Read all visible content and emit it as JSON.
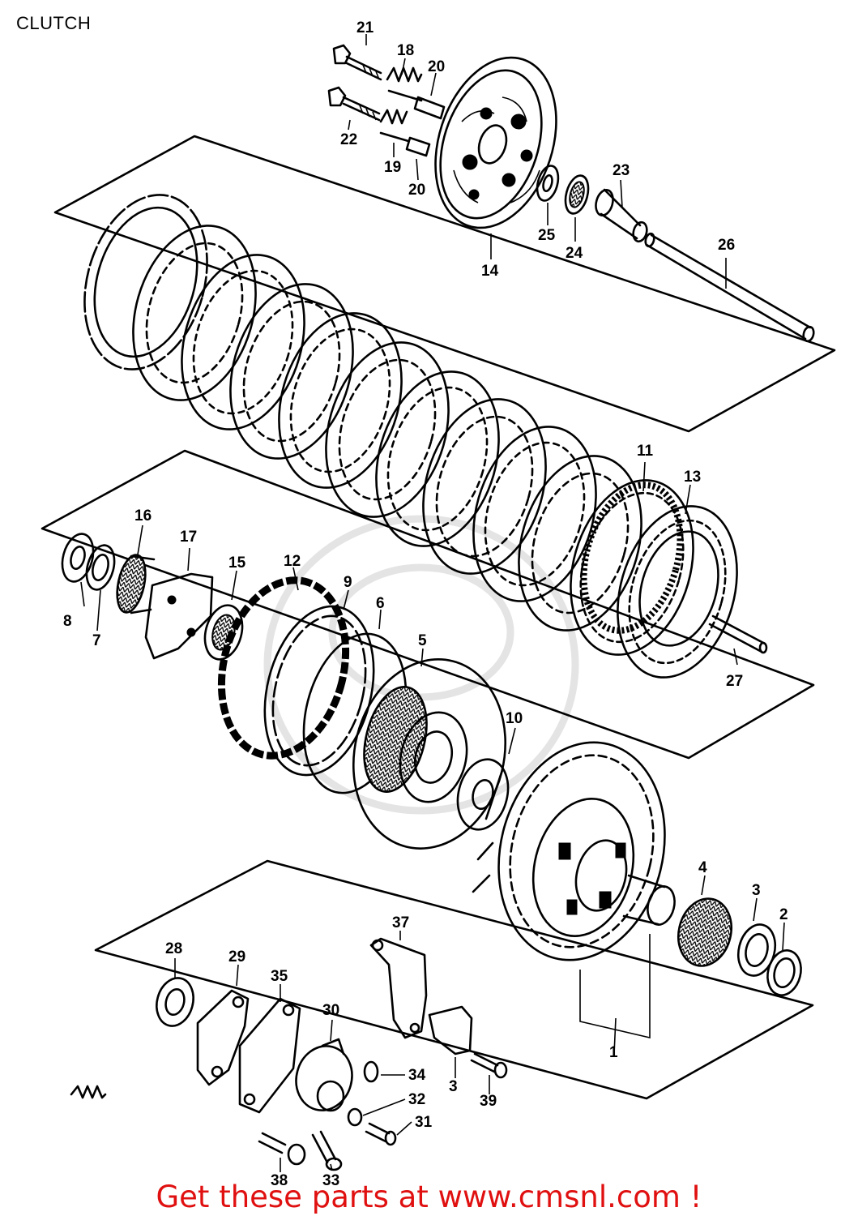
{
  "title": "CLUTCH",
  "footer": "Get these parts at www.cmsnl.com !",
  "callouts": {
    "p1": "1",
    "p2": "2",
    "p3": "3",
    "p4": "4",
    "p5": "5",
    "p6": "6",
    "p7": "7",
    "p8": "8",
    "p9": "9",
    "p10": "10",
    "p11": "11",
    "p12": "12",
    "p13": "13",
    "p14": "14",
    "p15": "15",
    "p16": "16",
    "p17": "17",
    "p18": "18",
    "p19": "19",
    "p20a": "20",
    "p20b": "20",
    "p21": "21",
    "p22": "22",
    "p23": "23",
    "p24": "24",
    "p25": "25",
    "p26": "26",
    "p27": "27",
    "p28": "28",
    "p29": "29",
    "p30": "30",
    "p31": "31",
    "p32": "32",
    "p33": "33",
    "p34": "34",
    "p35": "35",
    "p37": "37",
    "p38": "38",
    "p39": "39",
    "p3b": "3"
  },
  "colors": {
    "footer": "#e01010",
    "line": "#000000",
    "background": "#ffffff"
  }
}
